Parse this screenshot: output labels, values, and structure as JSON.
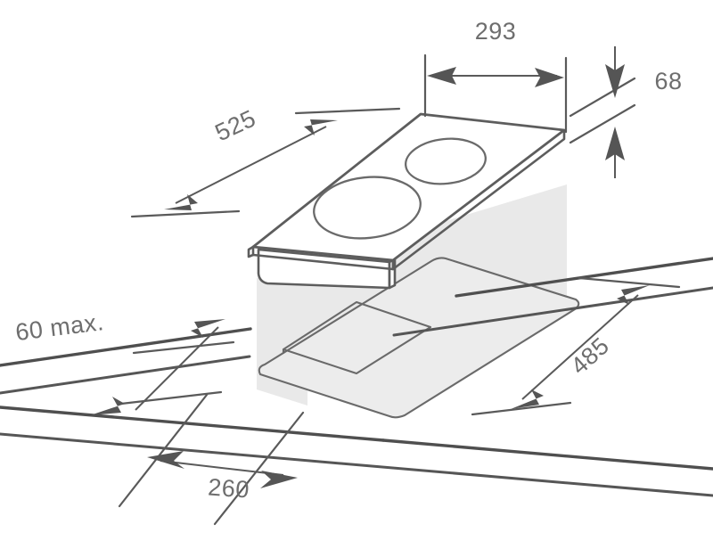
{
  "drawing": {
    "title": "Cooktop installation dimensions",
    "type": "technical-line-drawing",
    "units": "mm",
    "line_color": "#5d5d5d",
    "text_color": "#6e6e6e",
    "shade_color": "#e9e9e9",
    "background": "#ffffff"
  },
  "dimensions": {
    "width_top": {
      "label": "293",
      "orientation": "horizontal",
      "position": "top-center",
      "arrow_style": "double"
    },
    "length_diagonal": {
      "label": "525",
      "orientation": "diagonal",
      "position": "upper-left",
      "arrow_style": "double"
    },
    "height_right": {
      "label": "68",
      "orientation": "vertical",
      "position": "top-right",
      "arrow_style": "double"
    },
    "cutout_depth": {
      "label": "485",
      "orientation": "diagonal",
      "position": "right",
      "arrow_style": "double"
    },
    "worktop_thickness": {
      "label": "60 max.",
      "orientation": "diagonal",
      "position": "lower-left",
      "arrow_style": "single"
    },
    "cutout_width": {
      "label": "260",
      "orientation": "diagonal",
      "position": "bottom-center",
      "arrow_style": "double"
    }
  },
  "product": {
    "name": "domino-cooktop",
    "burners": [
      {
        "name": "burner-rear-small",
        "size": "small"
      },
      {
        "name": "burner-front-large",
        "size": "large"
      }
    ],
    "countertop": {
      "name": "worktop",
      "cutout": "rounded-rectangle"
    }
  }
}
